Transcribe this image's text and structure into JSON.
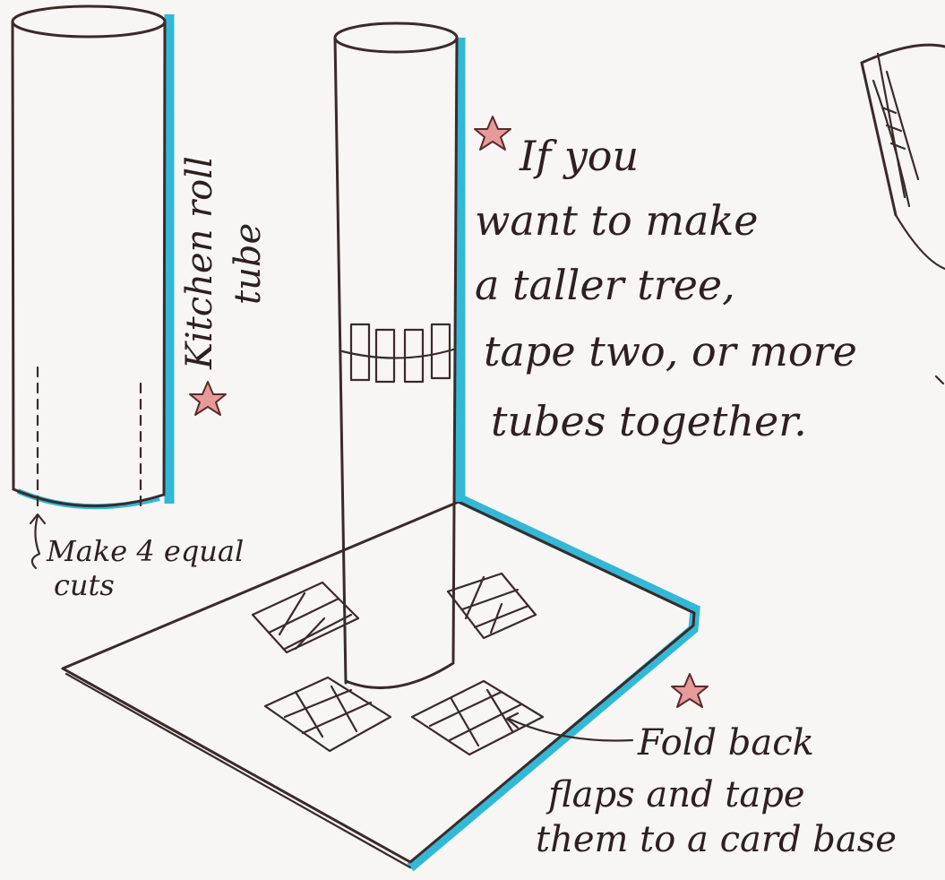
{
  "labels": {
    "kitchen_roll_tube_line1": "Kitchen roll",
    "kitchen_roll_tube_line2": "tube",
    "make_cuts_line1": "Make 4 equal",
    "make_cuts_line2": "cuts",
    "taller_tree": [
      "If you",
      "want to make",
      "a taller tree,",
      "tape two, or more",
      "tubes together."
    ],
    "fold_back": [
      "Fold back",
      "flaps and tape",
      "them to a card base"
    ]
  },
  "colors": {
    "ink": "#3a2a2a",
    "shadow_blue": "#33b8d6",
    "star_pink": "#e79a9a",
    "paper": "#f7f6f4"
  }
}
